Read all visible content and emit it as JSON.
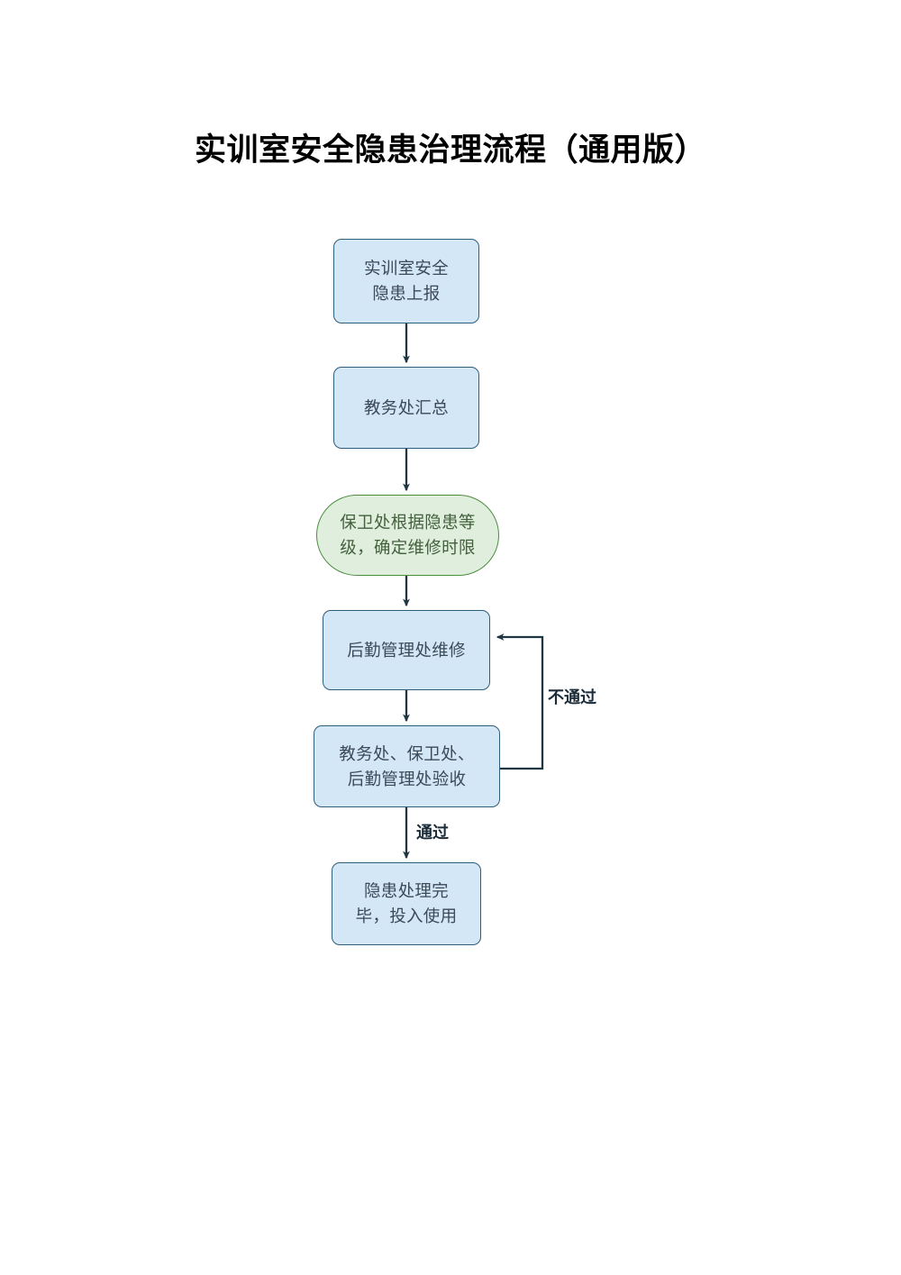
{
  "document": {
    "title": "实训室安全隐患治理流程（通用版）",
    "background_color": "#ffffff"
  },
  "diagram": {
    "type": "flowchart",
    "orientation": "top-to-bottom",
    "colors": {
      "process_fill": "#d4e7f6",
      "process_stroke": "#2f5d7c",
      "terminator_fill": "#e0efdd",
      "terminator_stroke": "#4e8c41",
      "edge_stroke": "#1f3542",
      "node_text": "#3c4a57",
      "label_text": "#1b2b38"
    },
    "nodes": [
      {
        "id": "report",
        "label": "实训室安全\n隐患上报",
        "shape": "rounded-rect"
      },
      {
        "id": "collect",
        "label": "教务处汇总",
        "shape": "rounded-rect"
      },
      {
        "id": "grade",
        "label": "保卫处根据隐患等\n级，确定维修时限",
        "shape": "stadium"
      },
      {
        "id": "repair",
        "label": "后勤管理处维修",
        "shape": "rounded-rect"
      },
      {
        "id": "accept",
        "label": "教务处、保卫处、\n后勤管理处验收",
        "shape": "rounded-rect"
      },
      {
        "id": "done",
        "label": "隐患处理完\n毕，投入使用",
        "shape": "rounded-rect"
      }
    ],
    "edges": [
      {
        "from": "report",
        "to": "collect",
        "label": ""
      },
      {
        "from": "collect",
        "to": "grade",
        "label": ""
      },
      {
        "from": "grade",
        "to": "repair",
        "label": ""
      },
      {
        "from": "repair",
        "to": "accept",
        "label": ""
      },
      {
        "from": "accept",
        "to": "repair",
        "label": "不通过"
      },
      {
        "from": "accept",
        "to": "done",
        "label": "通过"
      }
    ],
    "edge_labels": {
      "fail": "不通过",
      "pass": "通过"
    }
  }
}
